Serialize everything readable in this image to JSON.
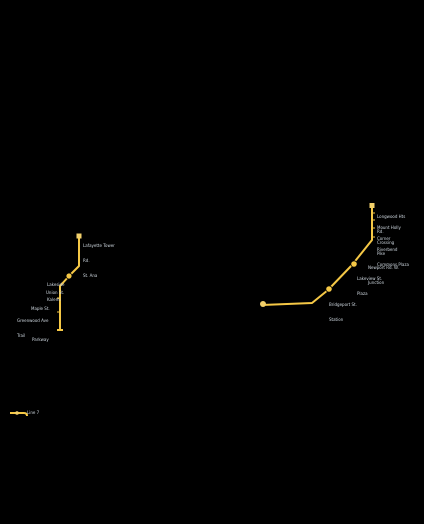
{
  "map": {
    "background": "#000000",
    "line_color": "#f5c846",
    "station_fill": "#f5c846",
    "terminal_fill": "#f2d06b",
    "label_color": "#cfd8e0"
  },
  "left_branch": {
    "stations": [
      {
        "id": "l-terminus",
        "lines": [
          "Lafayette Tower",
          "Rd.",
          "St. Ana"
        ]
      },
      {
        "id": "l-interchange",
        "lines": [
          "Lakeside",
          "Kalemi"
        ]
      },
      {
        "id": "l-mid",
        "lines": [
          "Union St."
        ]
      },
      {
        "id": "l-south1",
        "lines": [
          "Maple St."
        ]
      },
      {
        "id": "l-south2",
        "lines": [
          "Greenwood Ave",
          "Trail"
        ]
      },
      {
        "id": "l-south3",
        "lines": [
          "Parkway"
        ]
      }
    ]
  },
  "right_branch": {
    "stations": [
      {
        "id": "r-terminus",
        "lines": [
          "Longwood Hts",
          "Rd."
        ]
      },
      {
        "id": "r-2",
        "lines": [
          "Mount Holly",
          "Crossing"
        ]
      },
      {
        "id": "r-3",
        "lines": [
          "Corner",
          "Pike"
        ]
      },
      {
        "id": "r-4",
        "lines": [
          "Riverbend",
          "Commons Plaza"
        ]
      },
      {
        "id": "r-5",
        "lines": [
          "Newport Rd. W.",
          "Junction"
        ]
      },
      {
        "id": "r-6",
        "lines": [
          "Lakeview St.",
          "Plaza"
        ]
      },
      {
        "id": "r-7",
        "lines": [
          "Bridgeport St.",
          "Station"
        ]
      }
    ]
  },
  "legend": {
    "label": "Line 7"
  }
}
